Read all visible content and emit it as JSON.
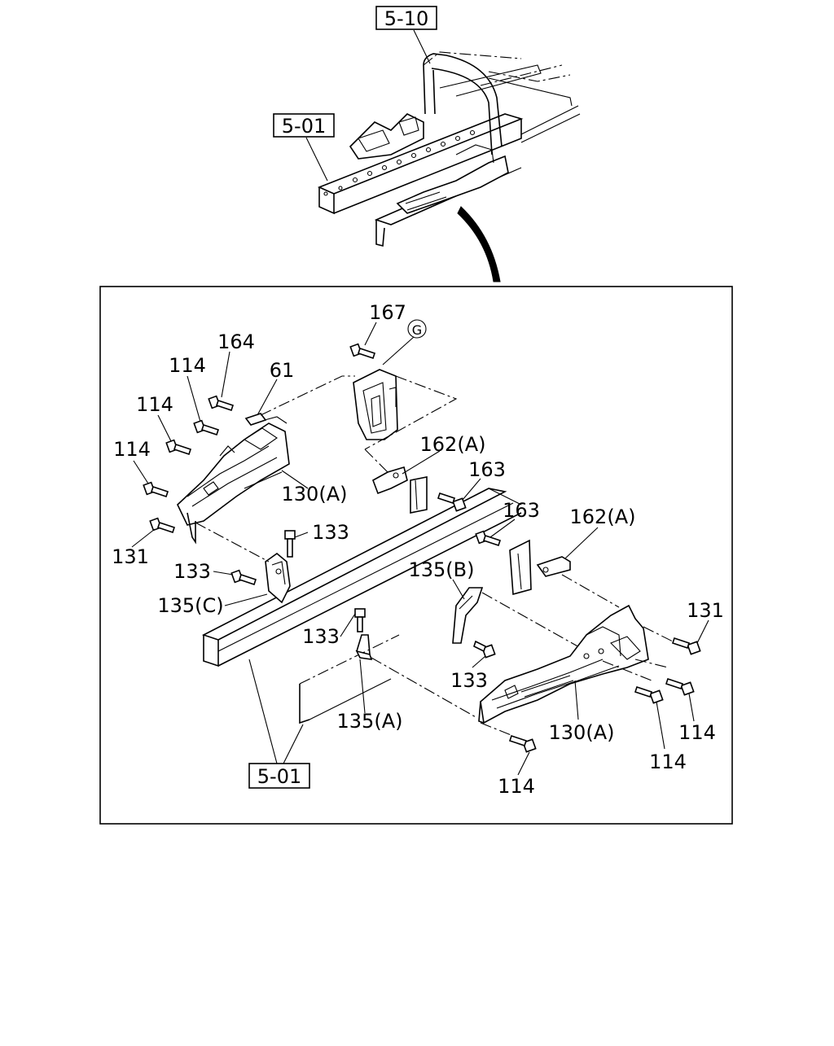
{
  "refs": {
    "top_cab": "5-10",
    "top_frame": "5-01",
    "bottom_frame": "5-01"
  },
  "callouts": {
    "c167": "167",
    "cG": "G",
    "c164": "164",
    "c61": "61",
    "c114_a": "114",
    "c114_b": "114",
    "c114_c": "114",
    "c162a_left": "162(A)",
    "c163_left": "163",
    "c130a_left": "130(A)",
    "c133_top": "133",
    "c131_left": "131",
    "c133_left": "133",
    "c135c": "135(C)",
    "c163_right": "163",
    "c162a_right": "162(A)",
    "c135b": "135(B)",
    "c131_right": "131",
    "c133_mid": "133",
    "c133_low": "133",
    "c135a": "135(A)",
    "c130a_right": "130(A)",
    "c114_r1": "114",
    "c114_r2": "114",
    "c114_bottom": "114"
  }
}
